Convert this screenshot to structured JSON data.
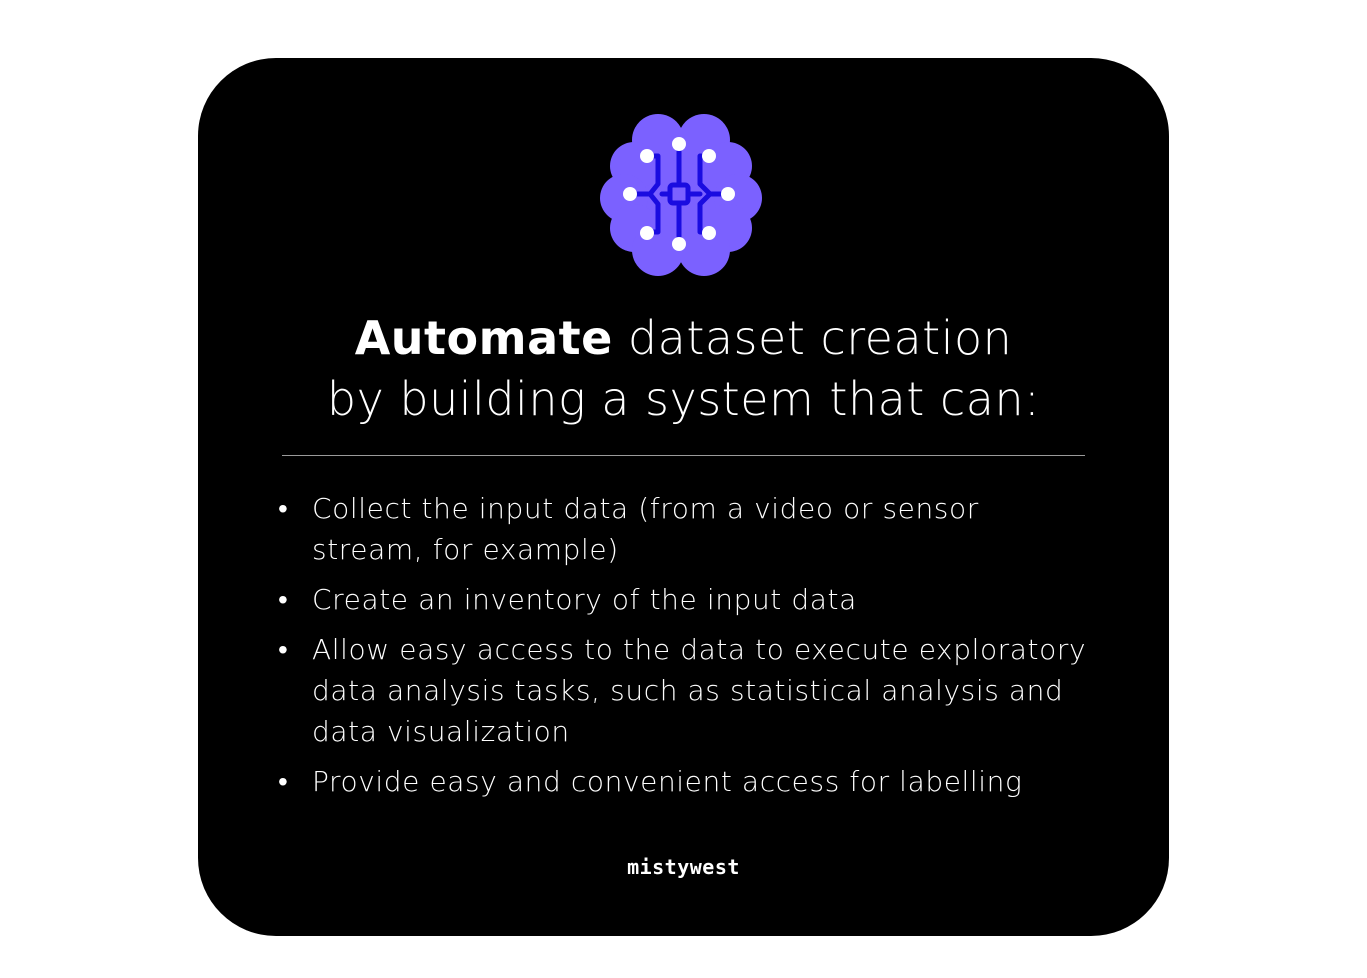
{
  "headline": {
    "strong": "Automate",
    "rest_line1": " dataset creation",
    "line2": "by building a system that can:"
  },
  "bullets": [
    {
      "marker": "•",
      "text": "Collect the input data (from a video or sensor stream, for example)"
    },
    {
      "marker": "•",
      "text": "Create an inventory of the input data"
    },
    {
      "marker": "•",
      "text": "Allow easy access to the data to execute exploratory data analysis tasks, such as statistical analysis and data visualization"
    },
    {
      "marker": "•",
      "text": "Provide easy and convenient access for labelling"
    }
  ],
  "brand": {
    "logo_text": "mistywest"
  },
  "icon": {
    "name": "brain-circuit-icon",
    "brain_color": "#7b61ff",
    "circuit_color": "#1a0ce0",
    "node_color": "#ffffff"
  },
  "colors": {
    "card_background": "#000000",
    "page_background": "#ffffff",
    "text": "#ffffff",
    "divider": "#9a9a9a"
  }
}
